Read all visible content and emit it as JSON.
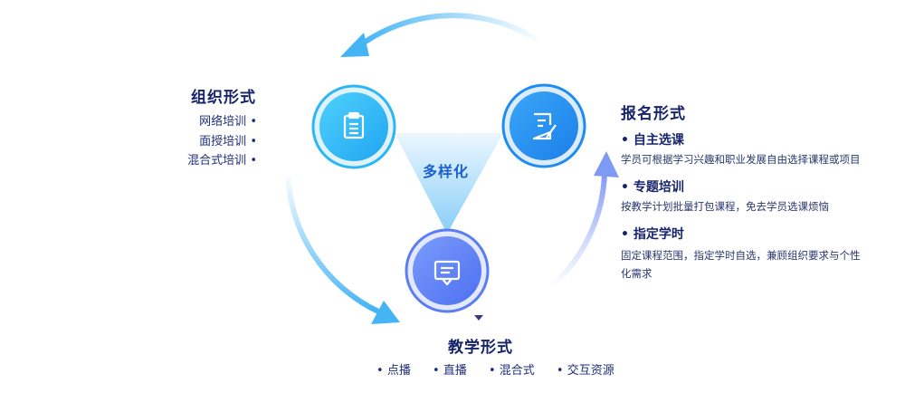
{
  "center": {
    "label": "多样化"
  },
  "org": {
    "title": "组织形式",
    "items": [
      "网络培训",
      "面授培训",
      "混合式培训"
    ]
  },
  "signup": {
    "title": "报名形式",
    "items": [
      {
        "title": "自主选课",
        "desc_lines": [
          "学员可根据学习兴趣和职业发展自由选择课程或项目"
        ]
      },
      {
        "title": "专题培训",
        "desc_lines": [
          "按教学计划批量打包课程，免去学员选课烦恼"
        ]
      },
      {
        "title": "指定学时",
        "desc_lines": [
          "固定课程范围，指定学时自选，兼顾组织要求与个性",
          "化需求"
        ]
      }
    ]
  },
  "teach": {
    "title": "教学形式",
    "items": [
      "点播",
      "直播",
      "混合式",
      "交互资源"
    ]
  },
  "icons": {
    "left": "clipboard-icon",
    "right": "document-edit-icon",
    "bottom": "chat-screen-icon"
  },
  "colors": {
    "arrow": "#44b4f5",
    "circle_left": "#2bb7f5",
    "circle_right": "#1e8cf0",
    "circle_bottom": "#5a7cf5",
    "text_dark": "#16246a"
  }
}
